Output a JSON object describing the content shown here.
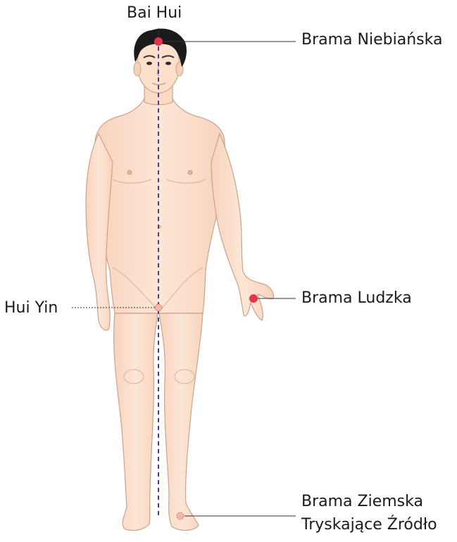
{
  "labels": {
    "bai_hui": "Bai Hui",
    "heaven_gate": "Brama Niebiańska",
    "human_gate": "Brama Ludzka",
    "hui_yin": "Hui Yin",
    "earth_gate": "Brama Ziemska",
    "gushing_spring": "Tryskające Źródło"
  },
  "colors": {
    "skin": "#fde3d2",
    "skin_outline": "#c9a38c",
    "hair": "#1b1b1b",
    "midline": "#4b3a8c",
    "active_point": "#e5334b",
    "soft_point": "#f4b6a6",
    "leader_line": "#333333"
  }
}
